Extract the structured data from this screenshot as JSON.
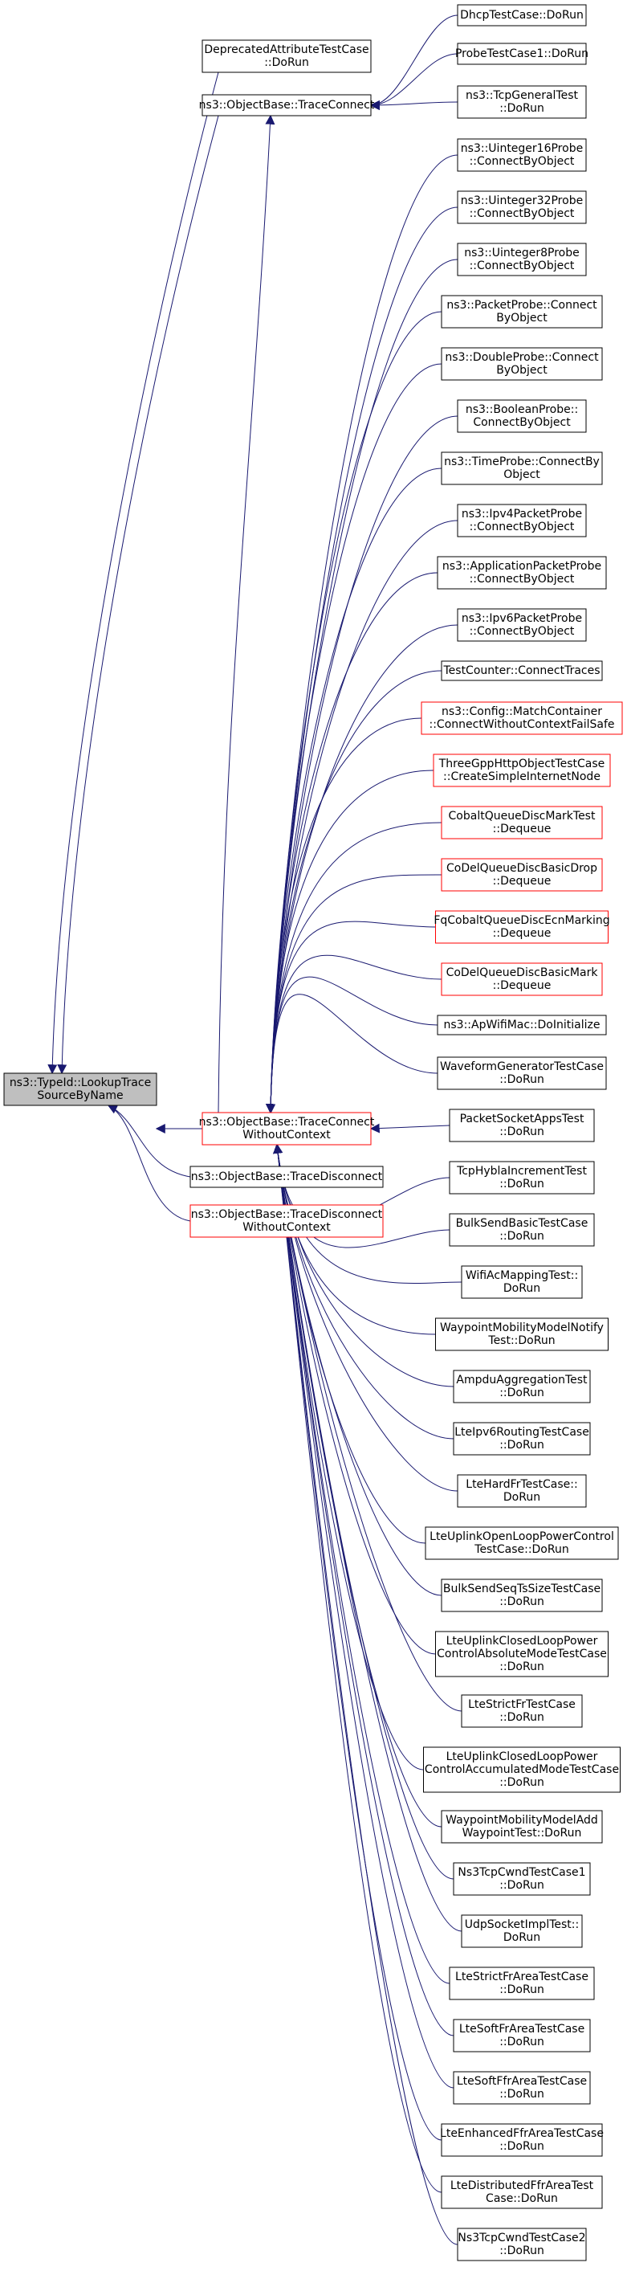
{
  "graph": {
    "root": {
      "id": "root",
      "lines": [
        "ns3::TypeId::LookupTrace",
        "SourceByName"
      ],
      "style": "root"
    },
    "level1": [
      {
        "id": "deprecated",
        "lines": [
          "DeprecatedAttributeTestCase",
          "::DoRun"
        ],
        "style": "normal"
      },
      {
        "id": "traceconnect",
        "lines": [
          "ns3::ObjectBase::TraceConnect"
        ],
        "style": "normal"
      },
      {
        "id": "tcwc",
        "lines": [
          "ns3::ObjectBase::TraceConnect",
          "WithoutContext"
        ],
        "style": "red"
      },
      {
        "id": "tracedisconnect",
        "lines": [
          "ns3::ObjectBase::TraceDisconnect"
        ],
        "style": "normal"
      },
      {
        "id": "tdwc",
        "lines": [
          "ns3::ObjectBase::TraceDisconnect",
          "WithoutContext"
        ],
        "style": "red"
      }
    ],
    "traceconnect_callers": [
      {
        "id": "dhcp",
        "lines": [
          "DhcpTestCase::DoRun"
        ],
        "style": "normal"
      },
      {
        "id": "probe1",
        "lines": [
          "ProbeTestCase1::DoRun"
        ],
        "style": "normal"
      },
      {
        "id": "tcpgeneral",
        "lines": [
          "ns3::TcpGeneralTest",
          "::DoRun"
        ],
        "style": "normal"
      }
    ],
    "tcwc_callers": [
      {
        "id": "u16",
        "lines": [
          "ns3::Uinteger16Probe",
          "::ConnectByObject"
        ],
        "style": "normal"
      },
      {
        "id": "u32",
        "lines": [
          "ns3::Uinteger32Probe",
          "::ConnectByObject"
        ],
        "style": "normal"
      },
      {
        "id": "u8",
        "lines": [
          "ns3::Uinteger8Probe",
          "::ConnectByObject"
        ],
        "style": "normal"
      },
      {
        "id": "packetprobe",
        "lines": [
          "ns3::PacketProbe::Connect",
          "ByObject"
        ],
        "style": "normal"
      },
      {
        "id": "doubleprobe",
        "lines": [
          "ns3::DoubleProbe::Connect",
          "ByObject"
        ],
        "style": "normal"
      },
      {
        "id": "boolprobe",
        "lines": [
          "ns3::BooleanProbe::",
          "ConnectByObject"
        ],
        "style": "normal"
      },
      {
        "id": "timeprobe",
        "lines": [
          "ns3::TimeProbe::ConnectBy",
          "Object"
        ],
        "style": "normal"
      },
      {
        "id": "ipv4probe",
        "lines": [
          "ns3::Ipv4PacketProbe",
          "::ConnectByObject"
        ],
        "style": "normal"
      },
      {
        "id": "appprobe",
        "lines": [
          "ns3::ApplicationPacketProbe",
          "::ConnectByObject"
        ],
        "style": "normal"
      },
      {
        "id": "ipv6probe",
        "lines": [
          "ns3::Ipv6PacketProbe",
          "::ConnectByObject"
        ],
        "style": "normal"
      },
      {
        "id": "testcounter",
        "lines": [
          "TestCounter::ConnectTraces"
        ],
        "style": "normal"
      },
      {
        "id": "matchcontainer",
        "lines": [
          "ns3::Config::MatchContainer",
          "::ConnectWithoutContextFailSafe"
        ],
        "style": "red"
      },
      {
        "id": "threegpp",
        "lines": [
          "ThreeGppHttpObjectTestCase",
          "::CreateSimpleInternetNode"
        ],
        "style": "red"
      },
      {
        "id": "cobaltmark",
        "lines": [
          "CobaltQueueDiscMarkTest",
          "::Dequeue"
        ],
        "style": "red"
      },
      {
        "id": "codelbasicdrop",
        "lines": [
          "CoDelQueueDiscBasicDrop",
          "::Dequeue"
        ],
        "style": "red"
      },
      {
        "id": "fqcobalt",
        "lines": [
          "FqCobaltQueueDiscEcnMarking",
          "::Dequeue"
        ],
        "style": "red"
      },
      {
        "id": "codelbasicmark",
        "lines": [
          "CoDelQueueDiscBasicMark",
          "::Dequeue"
        ],
        "style": "red"
      },
      {
        "id": "apwifimac",
        "lines": [
          "ns3::ApWifiMac::DoInitialize"
        ],
        "style": "normal"
      },
      {
        "id": "waveform",
        "lines": [
          "WaveformGeneratorTestCase",
          "::DoRun"
        ],
        "style": "normal"
      },
      {
        "id": "packetsocket",
        "lines": [
          "PacketSocketAppsTest",
          "::DoRun"
        ],
        "style": "normal"
      },
      {
        "id": "tcphybla",
        "lines": [
          "TcpHyblaIncrementTest",
          "::DoRun"
        ],
        "style": "normal"
      },
      {
        "id": "bulksendbasic",
        "lines": [
          "BulkSendBasicTestCase",
          "::DoRun"
        ],
        "style": "normal"
      },
      {
        "id": "wifiac",
        "lines": [
          "WifiAcMappingTest::",
          "DoRun"
        ],
        "style": "normal"
      },
      {
        "id": "waypointnotify",
        "lines": [
          "WaypointMobilityModelNotify",
          "Test::DoRun"
        ],
        "style": "normal"
      },
      {
        "id": "ampdu",
        "lines": [
          "AmpduAggregationTest",
          "::DoRun"
        ],
        "style": "normal"
      },
      {
        "id": "lteipv6",
        "lines": [
          "LteIpv6RoutingTestCase",
          "::DoRun"
        ],
        "style": "normal"
      },
      {
        "id": "ltehardfr",
        "lines": [
          "LteHardFrTestCase::",
          "DoRun"
        ],
        "style": "normal"
      },
      {
        "id": "lteulopen",
        "lines": [
          "LteUplinkOpenLoopPowerControl",
          "TestCase::DoRun"
        ],
        "style": "normal"
      },
      {
        "id": "bulksendseq",
        "lines": [
          "BulkSendSeqTsSizeTestCase",
          "::DoRun"
        ],
        "style": "normal"
      },
      {
        "id": "lteulclosedabs",
        "lines": [
          "LteUplinkClosedLoopPower",
          "ControlAbsoluteModeTestCase",
          "::DoRun"
        ],
        "style": "normal"
      },
      {
        "id": "ltestrictfr",
        "lines": [
          "LteStrictFrTestCase",
          "::DoRun"
        ],
        "style": "normal"
      },
      {
        "id": "lteulclosedacc",
        "lines": [
          "LteUplinkClosedLoopPower",
          "ControlAccumulatedModeTestCase",
          "::DoRun"
        ],
        "style": "normal"
      },
      {
        "id": "waypointadd",
        "lines": [
          "WaypointMobilityModelAdd",
          "WaypointTest::DoRun"
        ],
        "style": "normal"
      },
      {
        "id": "ns3tcpcwnd1",
        "lines": [
          "Ns3TcpCwndTestCase1",
          "::DoRun"
        ],
        "style": "normal"
      },
      {
        "id": "udpsocket",
        "lines": [
          "UdpSocketImplTest::",
          "DoRun"
        ],
        "style": "normal"
      },
      {
        "id": "ltestrictfrarea",
        "lines": [
          "LteStrictFrAreaTestCase",
          "::DoRun"
        ],
        "style": "normal"
      },
      {
        "id": "ltesoftfrarea",
        "lines": [
          "LteSoftFrAreaTestCase",
          "::DoRun"
        ],
        "style": "normal"
      },
      {
        "id": "ltesoftffrarea",
        "lines": [
          "LteSoftFfrAreaTestCase",
          "::DoRun"
        ],
        "style": "normal"
      },
      {
        "id": "lteenhanced",
        "lines": [
          "LteEnhancedFfrAreaTestCase",
          "::DoRun"
        ],
        "style": "normal"
      },
      {
        "id": "ltedistributed",
        "lines": [
          "LteDistributedFfrAreaTest",
          "Case::DoRun"
        ],
        "style": "normal"
      },
      {
        "id": "ns3tcpcwnd2",
        "lines": [
          "Ns3TcpCwndTestCase2",
          "::DoRun"
        ],
        "style": "normal"
      }
    ],
    "colors": {
      "edge": "#191970",
      "normal_border": "#000000",
      "red_border": "#ff0000",
      "root_fill": "#bfbfbf",
      "fill": "#ffffff"
    }
  }
}
